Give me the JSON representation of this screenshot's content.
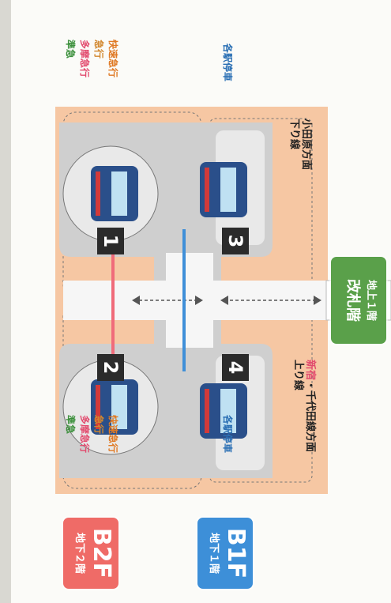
{
  "levels": {
    "ground": {
      "line1": "地上１階",
      "line2": "改札階",
      "color": "#5aa04a"
    },
    "b1": {
      "code": "B1F",
      "name": "地下１階",
      "color": "#3d8fd8"
    },
    "b2": {
      "code": "B2F",
      "name": "地下２階",
      "color": "#ef6b67"
    }
  },
  "services": {
    "local": "各駅停車",
    "rapid_express": "快速急行",
    "express": "急行",
    "tama_express": "多摩急行",
    "semi_express": "準急"
  },
  "directions": {
    "down": {
      "line1": "小田原方面",
      "line2": "下り線"
    },
    "up": {
      "prefix": "新宿",
      "rest": "・千代田線方面",
      "line2": "上り線"
    }
  },
  "tracks": [
    "1",
    "2",
    "3",
    "4"
  ],
  "colors": {
    "orange_bg": "#f6c7a3",
    "rapid_express": "#e07a25",
    "express": "#d2872e",
    "tama_express": "#e24b6e",
    "semi_express": "#3a8f3a",
    "local": "#2a6fb4",
    "track_b1": "#3f8fd8",
    "track_b2": "#f06b7a"
  }
}
